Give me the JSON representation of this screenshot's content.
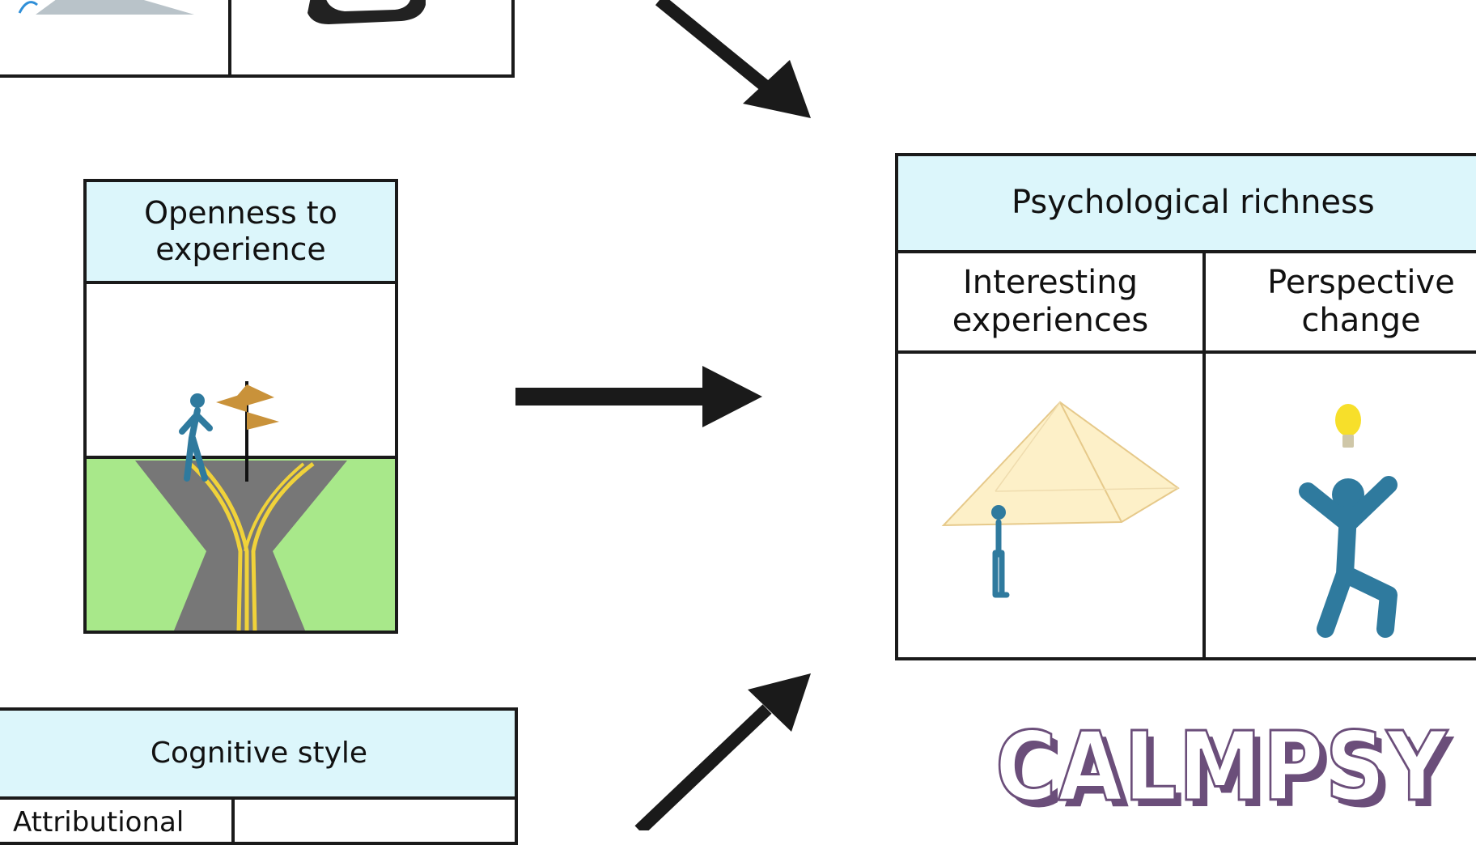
{
  "diagram": {
    "openness": {
      "title": "Openness to experience"
    },
    "cognitive": {
      "title": "Cognitive style",
      "left_cell": "Attributional"
    },
    "richness": {
      "title": "Psychological richness",
      "columns": [
        "Interesting experiences",
        "Perspective change"
      ]
    },
    "logo": {
      "text": "CALMPSY"
    }
  },
  "colors": {
    "header_bg": "#dcf6fb",
    "border": "#1a1a1a",
    "grass": "#a8e88a",
    "road": "#777777",
    "road_lines": "#f0d23a",
    "figure": "#2f7a9e",
    "flag": "#c9923a",
    "pyramid": "#fdf0c8",
    "bulb": "#f7df2a",
    "logo": "#6b4e7a"
  }
}
